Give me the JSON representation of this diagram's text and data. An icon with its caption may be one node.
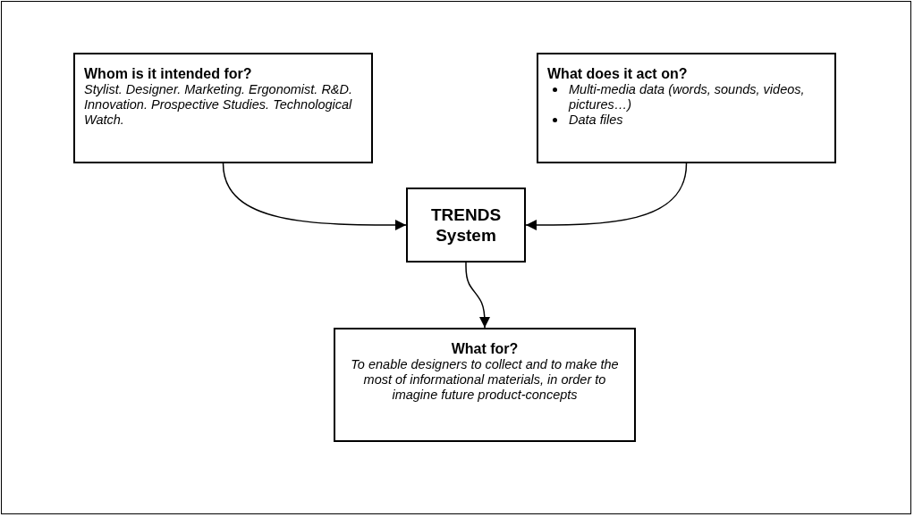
{
  "diagram": {
    "nodes": [
      {
        "text": [
          "Whom is it intended for?",
          "Stylist. Designer. Marketing. Ergonomist. R&D. Innovation. Prospective Studies. Technological Watch."
        ]
      },
      {
        "text": [
          "What does it act on?",
          "Multi-media data (words, sounds, videos, pictures…)",
          "Data files"
        ]
      },
      {
        "text": [
          "TRENDS System"
        ]
      },
      {
        "text": [
          "What for?",
          "To enable designers to collect and to make the most of informational materials, in order to imagine future product-concepts"
        ]
      }
    ],
    "edges": [
      {
        "from": 0,
        "to": 2,
        "arrow": "to"
      },
      {
        "from": 1,
        "to": 2,
        "arrow": "to"
      },
      {
        "from": 2,
        "to": 3,
        "arrow": "to"
      }
    ]
  }
}
